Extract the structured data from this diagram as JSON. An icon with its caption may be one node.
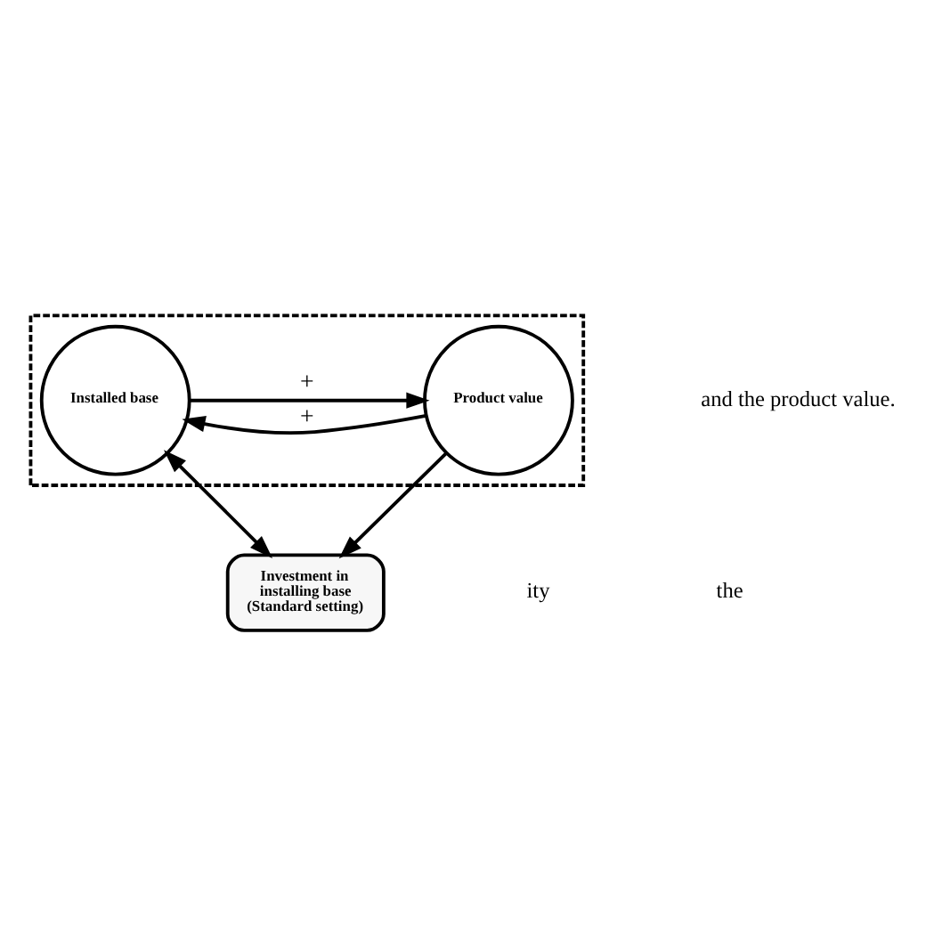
{
  "diagram": {
    "nodes": [
      {
        "text": [],
        "shape": "box"
      },
      {
        "text": [
          "Installed base"
        ],
        "in": 0
      },
      {
        "text": [
          "Product value"
        ],
        "in": 0
      },
      {
        "text": [
          "Investment in installing base (Standard setting)"
        ]
      }
    ],
    "edges": [
      {
        "from": 1,
        "to": 2,
        "arrow": "to",
        "label": "+"
      },
      {
        "from": 2,
        "to": 1,
        "arrow": "to",
        "label": "+"
      },
      {
        "from": 1,
        "to": 3,
        "arrow": "both"
      },
      {
        "from": 2,
        "to": 3,
        "arrow": "to"
      }
    ],
    "labels": [
      "and the product value.",
      "ity",
      "the"
    ]
  }
}
